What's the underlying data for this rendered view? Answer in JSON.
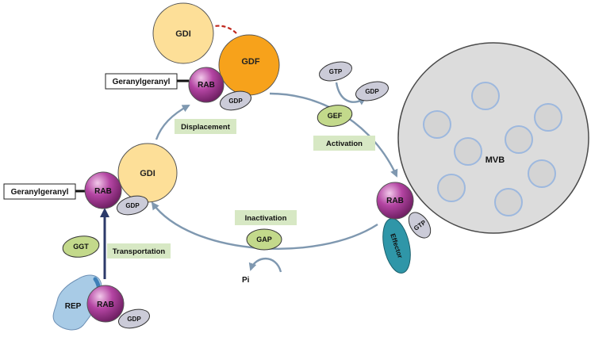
{
  "labels": {
    "gdi": "GDI",
    "gdf": "GDF",
    "rab": "RAB",
    "gdp": "GDP",
    "gtp": "GTP",
    "gef": "GEF",
    "gap": "GAP",
    "ggt": "GGT",
    "rep": "REP",
    "effector": "Effector",
    "mvb": "MVB",
    "pi": "Pi",
    "geranylgeranyl": "Geranylgeranyl"
  },
  "steps": {
    "displacement": "Displacement",
    "activation": "Activation",
    "inactivation": "Inactivation",
    "transportation": "Transportation"
  },
  "colors": {
    "gdi": "#FDDF98",
    "gdf": "#F7A21B",
    "rab": "#A0358F",
    "gdp": "#CBCBD8",
    "enzyme": "#C3D98B",
    "step_box": "#D7E8C4",
    "effector": "#2F96A8",
    "rep": "#A8CBE6",
    "mvb": "#DCDCDC",
    "vesicle": "#D4D4D4",
    "vesicle_border": "#9DB8DE",
    "arrow": "#7F98B0",
    "dark_arrow": "#2C3A6A",
    "red_arrow": "#C0281E"
  }
}
